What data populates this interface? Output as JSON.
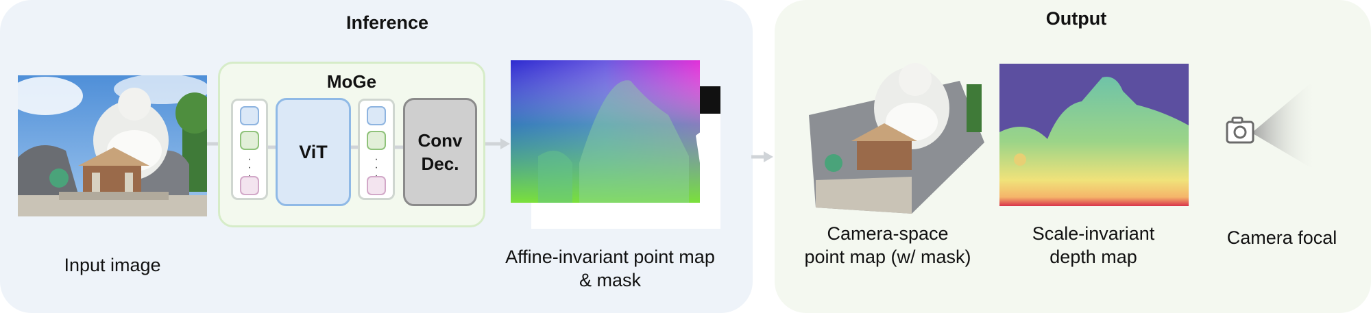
{
  "inference": {
    "title": "Inference"
  },
  "output": {
    "title": "Output"
  },
  "moge": {
    "title": "MoGe",
    "vit_label": "ViT",
    "conv_line1": "Conv",
    "conv_line2": "Dec."
  },
  "captions": {
    "input_image": "Input image",
    "affine_line1": "Affine-invariant point map",
    "affine_line2": "& mask",
    "camera_space_line1": "Camera-space",
    "camera_space_line2": "point map (w/ mask)",
    "scale_line1": "Scale-invariant",
    "scale_line2": "depth map",
    "camera_focal": "Camera focal"
  },
  "colors": {
    "inference_bg": "#eef3f9",
    "output_bg": "#f4f8f0",
    "vit_fill": "#dbe8f7",
    "conv_fill": "#cfcfcf",
    "moge_border": "#d6ecc8",
    "arrow": "#d0d4d8"
  }
}
